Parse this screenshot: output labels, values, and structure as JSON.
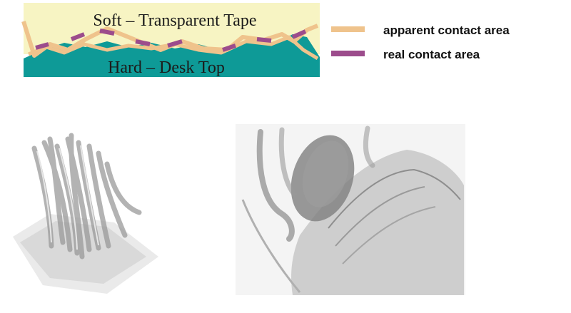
{
  "diagram": {
    "top_label": "Soft – Transparent Tape",
    "bottom_label": "Hard – Desk Top",
    "colors": {
      "tape": "#f7f4c3",
      "desk": "#0e9a97",
      "apparent_contact": "#efc38c",
      "real_contact": "#9c4c8c"
    }
  },
  "legend": {
    "items": [
      {
        "label": "apparent contact area",
        "color": "#efc38c"
      },
      {
        "label": "real contact area",
        "color": "#9c4c8c"
      }
    ]
  },
  "sketches": [
    {
      "name": "fibrillar-contact-sketch"
    },
    {
      "name": "pad-contact-sketch"
    }
  ]
}
